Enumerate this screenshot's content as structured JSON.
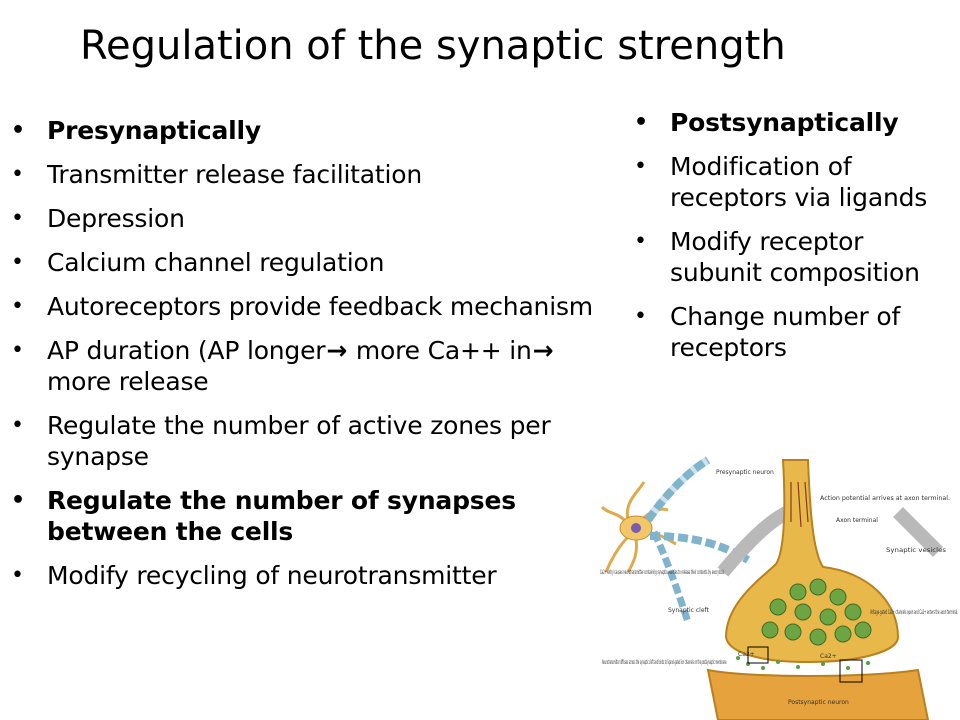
{
  "title": "Regulation of the synaptic strength",
  "left_bullets": [
    {
      "text": "Presynaptically",
      "bold": true
    },
    {
      "text": "Transmitter release facilitation",
      "bold": false
    },
    {
      "text": "Depression",
      "bold": false
    },
    {
      "text": "Calcium channel regulation",
      "bold": false
    },
    {
      "text": "Autoreceptors provide feedback mechanism",
      "bold": false
    },
    {
      "parts": [
        "AP duration (AP longer",
        " more Ca++ in",
        " more release"
      ],
      "bold": false
    },
    {
      "text": "Regulate the number of active zones per synapse",
      "bold": false
    },
    {
      "text": "Regulate the number of synapses between the cells",
      "bold": true
    },
    {
      "text": "Modify recycling of neurotransmitter",
      "bold": false
    }
  ],
  "right_bullets": [
    {
      "text": "Postsynaptically",
      "bold": true
    },
    {
      "text": "Modification of receptors via ligands",
      "bold": false
    },
    {
      "text": "Modify receptor subunit composition",
      "bold": false
    },
    {
      "text": "Change number of receptors",
      "bold": false
    }
  ],
  "figure": {
    "labels": {
      "presynaptic_neuron": "Presynaptic neuron",
      "step1": "Action potential arrives at axon terminal.",
      "axon_terminal": "Axon terminal",
      "synaptic_vesicles": "Synaptic vesicles",
      "step3": "Ca2+ entry causes neurotransmitter-containing synaptic vesicles to release their contents by exocytosis.",
      "synaptic_cleft": "Synaptic cleft",
      "step2": "Voltage-gated Ca2+ channels open and Ca2+ enters the axon terminal.",
      "step4": "Neurotransmitter diffuses across the synaptic cleft and binds to ligand-gated ion channels on the postsynaptic membrane.",
      "ca1": "Ca2+",
      "ca2": "Ca2+",
      "postsynaptic_neuron": "Postsynaptic neuron"
    },
    "colors": {
      "terminal": "#e8b84a",
      "terminal_dark": "#b9801d",
      "vesicle": "#6ea544",
      "postsynaptic": "#e6a23c"
    }
  }
}
